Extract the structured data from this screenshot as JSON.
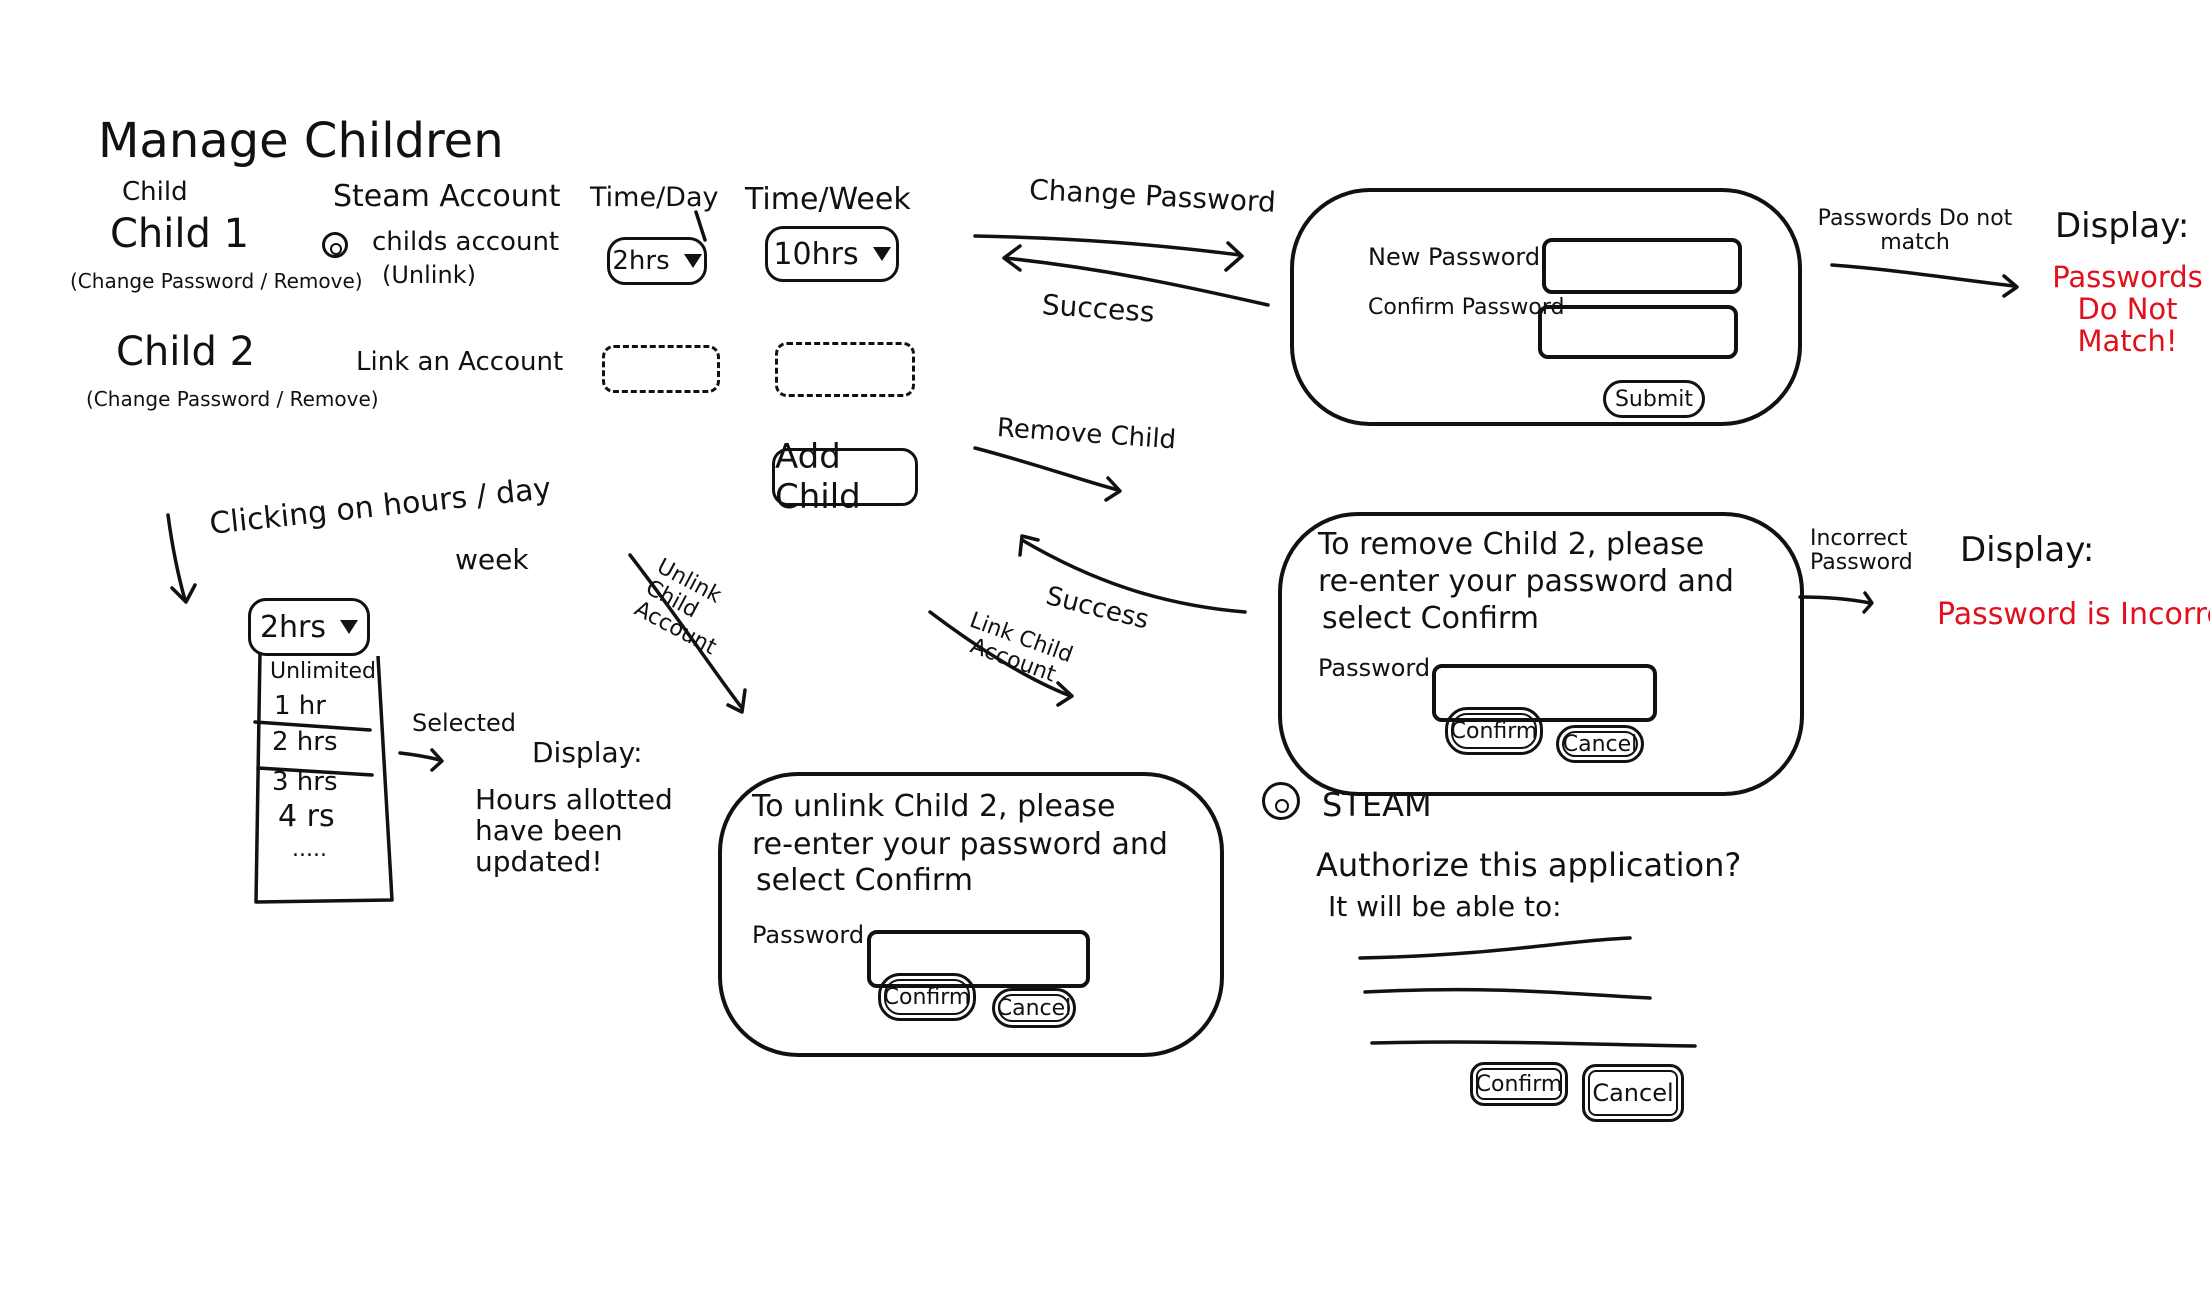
{
  "colors": {
    "ink": "#111111",
    "alert": "#e0101c",
    "background": "#ffffff"
  },
  "page_title": "Manage Children",
  "table": {
    "headers": {
      "child": "Child",
      "steam_account": "Steam Account",
      "time_day": "Time/Day",
      "time_week": "Time/Week"
    },
    "rows": [
      {
        "name": "Child 1",
        "actions": "(Change Password / Remove)",
        "steam_icon": "steam-icon",
        "account": "childs account",
        "account_action": "(Unlink)",
        "time_day": "2hrs",
        "time_week": "10hrs"
      },
      {
        "name": "Child 2",
        "actions": "(Change Password / Remove)",
        "account": "Link an Account"
      }
    ],
    "add_child": "Add Child"
  },
  "dropdown": {
    "note": "Clicking on hours / day",
    "note2": "week",
    "selected": "2hrs",
    "options": [
      "Unlimited",
      "1 hr",
      "2 hrs",
      "3 hrs",
      "4 rs",
      "....."
    ],
    "selected_option": "2 hrs",
    "arrow_label": "Selected",
    "display_label": "Display:",
    "display_message": "Hours allotted have been updated!"
  },
  "flows": {
    "change_password": "Change Password",
    "success1": "Success",
    "remove_child": "Remove Child",
    "success2": "Success",
    "unlink": "Unlink Child Account",
    "link": "Link Child Account",
    "mismatch": "Passwords Do not match",
    "incorrect": "Incorrect Password"
  },
  "change_password_dialog": {
    "new_label": "New Password",
    "confirm_label": "Confirm Password",
    "submit": "Submit"
  },
  "mismatch_display": {
    "label": "Display:",
    "message": "Passwords Do Not Match!"
  },
  "remove_dialog": {
    "text_line1": "To remove Child 2, please",
    "text_line2": "re-enter your password and",
    "text_line3": "select Confirm",
    "password_label": "Password",
    "confirm": "Confirm",
    "cancel": "Cancel"
  },
  "incorrect_display": {
    "label": "Display:",
    "message": "Password is Incorrect!"
  },
  "unlink_dialog": {
    "text_line1": "To unlink Child 2, please",
    "text_line2": "re-enter your password and",
    "text_line3": "select Confirm",
    "password_label": "Password",
    "confirm": "Confirm",
    "cancel": "Cancel"
  },
  "steam_auth": {
    "brand": "STEAM",
    "question": "Authorize this application?",
    "subtext": "It will be able to:",
    "confirm": "Confirm",
    "cancel": "Cancel"
  }
}
